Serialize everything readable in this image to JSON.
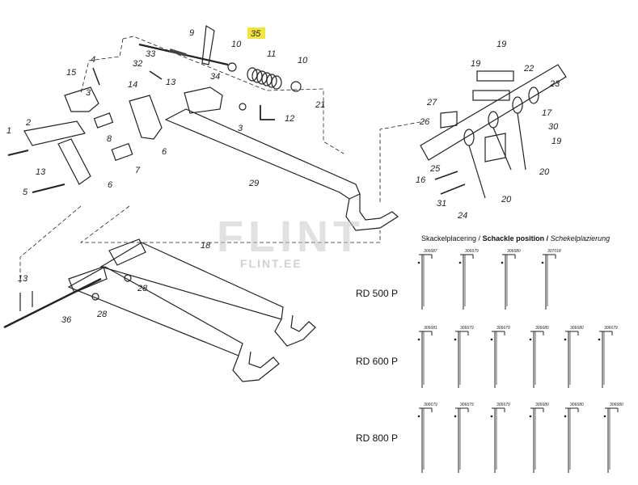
{
  "watermark": {
    "brand": "FLINT",
    "site": "FLINT.EE"
  },
  "header": {
    "swedish": "Skackelplacering /",
    "english": "Schackle position /",
    "dutch": "Schekelplazierung"
  },
  "highlight_color": "#f3e63a",
  "callouts": [
    {
      "id": "c-1",
      "label": "1"
    },
    {
      "id": "c-2",
      "label": "2"
    },
    {
      "id": "c-3a",
      "label": "3"
    },
    {
      "id": "c-3b",
      "label": "3"
    },
    {
      "id": "c-4",
      "label": "4"
    },
    {
      "id": "c-5",
      "label": "5"
    },
    {
      "id": "c-6a",
      "label": "6"
    },
    {
      "id": "c-6b",
      "label": "6"
    },
    {
      "id": "c-7",
      "label": "7"
    },
    {
      "id": "c-8",
      "label": "8"
    },
    {
      "id": "c-9",
      "label": "9"
    },
    {
      "id": "c-10a",
      "label": "10"
    },
    {
      "id": "c-10b",
      "label": "10"
    },
    {
      "id": "c-11",
      "label": "11"
    },
    {
      "id": "c-12",
      "label": "12"
    },
    {
      "id": "c-13a",
      "label": "13"
    },
    {
      "id": "c-13b",
      "label": "13"
    },
    {
      "id": "c-13c",
      "label": "13"
    },
    {
      "id": "c-14",
      "label": "14"
    },
    {
      "id": "c-15",
      "label": "15"
    },
    {
      "id": "c-16",
      "label": "16"
    },
    {
      "id": "c-17",
      "label": "17"
    },
    {
      "id": "c-18",
      "label": "18"
    },
    {
      "id": "c-19a",
      "label": "19"
    },
    {
      "id": "c-19b",
      "label": "19"
    },
    {
      "id": "c-19c",
      "label": "19"
    },
    {
      "id": "c-20a",
      "label": "20"
    },
    {
      "id": "c-20b",
      "label": "20"
    },
    {
      "id": "c-21",
      "label": "21"
    },
    {
      "id": "c-22",
      "label": "22"
    },
    {
      "id": "c-23",
      "label": "23"
    },
    {
      "id": "c-24",
      "label": "24"
    },
    {
      "id": "c-25",
      "label": "25"
    },
    {
      "id": "c-26",
      "label": "26"
    },
    {
      "id": "c-27",
      "label": "27"
    },
    {
      "id": "c-28a",
      "label": "28"
    },
    {
      "id": "c-28b",
      "label": "28"
    },
    {
      "id": "c-29",
      "label": "29"
    },
    {
      "id": "c-30",
      "label": "30"
    },
    {
      "id": "c-31",
      "label": "31"
    },
    {
      "id": "c-32",
      "label": "32"
    },
    {
      "id": "c-33",
      "label": "33"
    },
    {
      "id": "c-34",
      "label": "34"
    },
    {
      "id": "c-35",
      "label": "35"
    },
    {
      "id": "c-36",
      "label": "36"
    }
  ],
  "models": [
    {
      "name": "RD 500 P",
      "codes": [
        "306687",
        "306679",
        "306680",
        "307018"
      ]
    },
    {
      "name": "RD 600 P",
      "codes": [
        "306681",
        "306679",
        "306679",
        "306680",
        "306680",
        "306679"
      ]
    },
    {
      "name": "RD 800 P",
      "codes": [
        "306679",
        "306679",
        "306679",
        "306680",
        "306680",
        "306680"
      ]
    }
  ]
}
